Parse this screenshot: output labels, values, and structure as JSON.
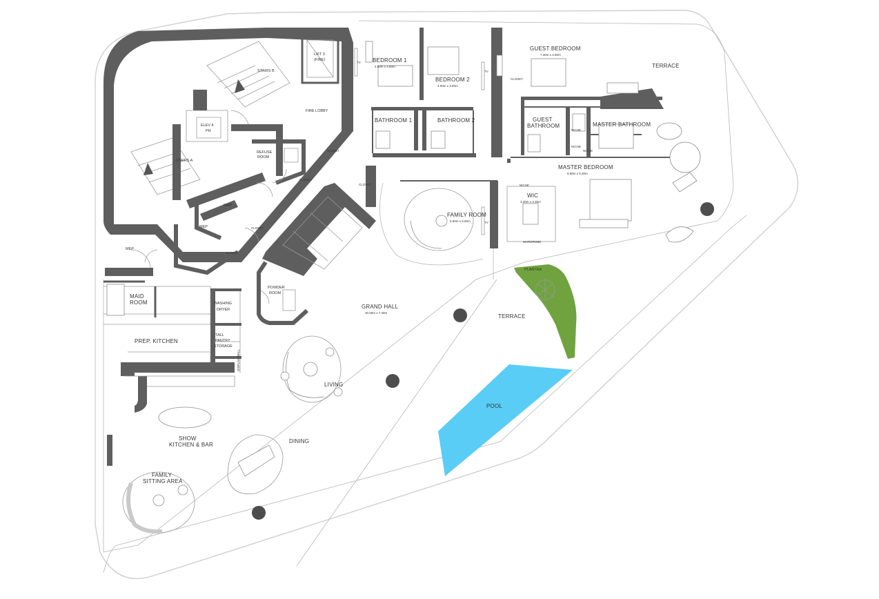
{
  "rooms": {
    "lift3": "LIFT 3",
    "lift3_sub": "(FIRE)",
    "stairs_b": "STAIRS B",
    "fire_lobby": "FIRE LOBBY",
    "elev4": "ELEV 4",
    "elev4_sub": "PH",
    "stairs_a": "STAIRS A",
    "refuse": "REFUSE",
    "refuse_sub": "ROOM",
    "mep": "MEP",
    "maid": "MAID",
    "maid_sub": "ROOM",
    "washing": "WASHING",
    "washing_sub": "DRYER",
    "prep_kitchen": "PREP. KITCHEN",
    "tall_pantry": "TALL",
    "tall_pantry_2": "PANTRY",
    "tall_pantry_3": "STORAGE",
    "display_wall": "DISPLAY WALL",
    "powder": "POWDER",
    "powder_sub": "ROOM",
    "grand_hall": "GRAND HALL",
    "grand_hall_dim": "30.00m x 7.30m",
    "living": "LIVING",
    "dining": "DINING",
    "show_kitchen": "SHOW",
    "show_kitchen_sub": "KITCHEN & BAR",
    "family_sitting": "FAMILY",
    "family_sitting_sub": "SITTING AREA",
    "bedroom1": "BEDROOM 1",
    "bedroom1_dim": "4.00m x 4.80m",
    "bedroom2": "BEDROOM 2",
    "bedroom2_dim": "4.00m x 4.80m",
    "bathroom1": "BATHROOM 1",
    "bathroom2": "BATHROOM 2",
    "guest_bedroom": "GUEST BEDROOM",
    "guest_bedroom_dim": "7.30m x 4.80m",
    "guest_bathroom": "GUEST",
    "guest_bathroom_sub": "BATHROOM",
    "master_bathroom": "MASTER BATHROOM",
    "master_bedroom": "MASTER BEDROOM",
    "master_bedroom_dim": "9.85m x 5.30m",
    "family_room": "FAMILY ROOM",
    "family_room_dim": "6.60m x 5.65m",
    "wic": "WIC",
    "wic_dim": "3.35m x 3.35m",
    "wardrobe": "WARDROBE",
    "terrace_top": "TERRACE",
    "terrace": "TERRACE",
    "planter": "PLANTER",
    "pool": "POOL",
    "closet": "CLOSET",
    "niche": "NICHE",
    "tv": "TV"
  },
  "colors": {
    "wall": "#5e5e5e",
    "column": "#4d4d4d",
    "planter": "#70a33f",
    "pool": "#59cdf5",
    "outline": "#cfcfcf"
  }
}
